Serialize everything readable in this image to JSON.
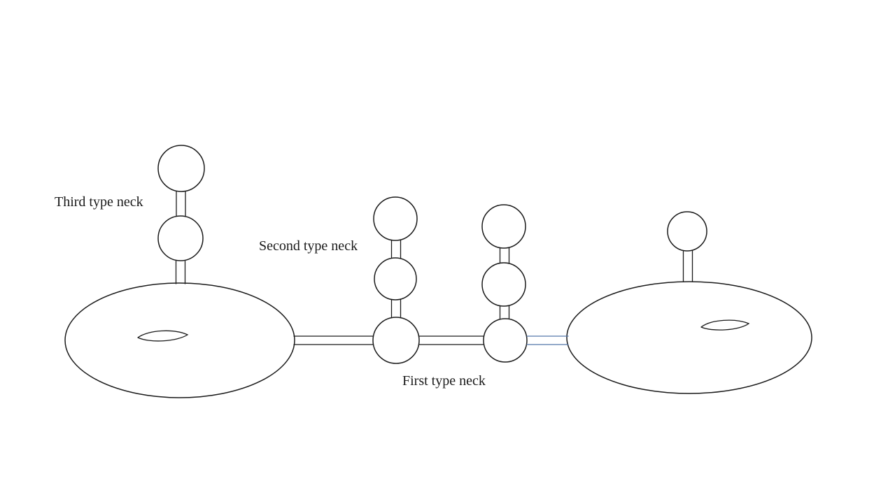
{
  "figure": {
    "title": "Surfaces joined by necks diagram",
    "labels": {
      "third_type_neck": "Third type neck",
      "second_type_neck": "Second type neck",
      "first_type_neck": "First type neck"
    },
    "colors": {
      "stroke": "#1a1a1a",
      "accent_neck": "#5577aa",
      "background": "#ffffff"
    },
    "elements": {
      "left_surface": "torus (large ellipse with handle curve)",
      "right_surface": "torus (large ellipse with handle curve)",
      "spheres": "small circles joined by thin tubes"
    }
  }
}
